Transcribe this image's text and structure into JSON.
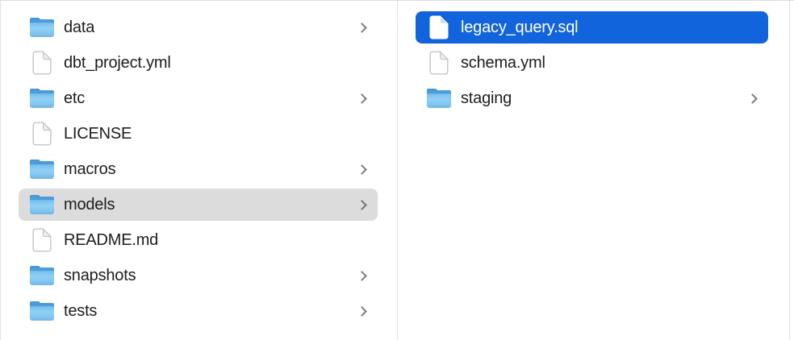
{
  "view": {
    "name": "finder-column-browser",
    "type": "column-view"
  },
  "colors": {
    "selection_primary": "#1264dc",
    "selection_secondary": "#dcdcdc",
    "text": "#1d1d1f",
    "text_selected": "#ffffff",
    "divider": "#dfdfdf",
    "folder_blue_dark": "#4b9cda",
    "folder_blue_light": "#8fd0f6",
    "chevron_gray": "#7d7d81"
  },
  "columns": [
    {
      "id": "parent-folder",
      "items": [
        {
          "label": "data",
          "icon": "folder",
          "chevron": true,
          "selected": null
        },
        {
          "label": "dbt_project.yml",
          "icon": "document",
          "chevron": false,
          "selected": null
        },
        {
          "label": "etc",
          "icon": "folder",
          "chevron": true,
          "selected": null
        },
        {
          "label": "LICENSE",
          "icon": "document",
          "chevron": false,
          "selected": null
        },
        {
          "label": "macros",
          "icon": "folder",
          "chevron": true,
          "selected": null
        },
        {
          "label": "models",
          "icon": "folder",
          "chevron": true,
          "selected": "secondary"
        },
        {
          "label": "README.md",
          "icon": "document",
          "chevron": false,
          "selected": null
        },
        {
          "label": "snapshots",
          "icon": "folder",
          "chevron": true,
          "selected": null
        },
        {
          "label": "tests",
          "icon": "folder",
          "chevron": true,
          "selected": null
        }
      ]
    },
    {
      "id": "models-folder",
      "items": [
        {
          "label": "legacy_query.sql",
          "icon": "document",
          "chevron": false,
          "selected": "primary"
        },
        {
          "label": "schema.yml",
          "icon": "document",
          "chevron": false,
          "selected": null
        },
        {
          "label": "staging",
          "icon": "folder",
          "chevron": true,
          "selected": null
        }
      ]
    }
  ]
}
